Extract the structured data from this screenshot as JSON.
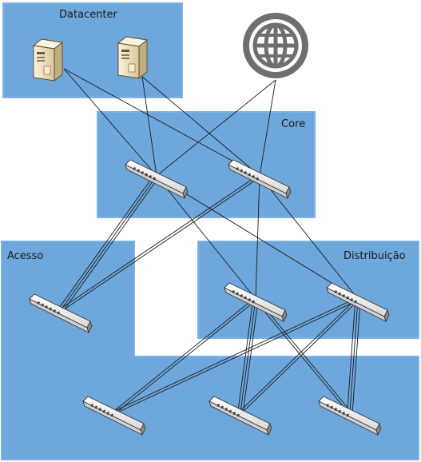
{
  "zones": {
    "datacenter": {
      "label": "Datacenter"
    },
    "core": {
      "label": "Core"
    },
    "acesso": {
      "label": "Acesso"
    },
    "distribuicao": {
      "label": "Distribuição"
    }
  },
  "colors": {
    "zone_fill": "#6da7dc",
    "zone_stroke": "#7eb3e3",
    "switch_body": "#f4f4f4",
    "switch_dark": "#4a4a4a",
    "server_body": "#f2e6c4",
    "globe": "#6f6f6f",
    "link": "#1c1c1c"
  },
  "devices": {
    "servers": [
      {
        "id": "server-1",
        "icon": "server-icon"
      },
      {
        "id": "server-2",
        "icon": "server-icon"
      }
    ],
    "internet": {
      "id": "internet",
      "icon": "globe-icon"
    },
    "switches": [
      {
        "id": "core-switch-1",
        "icon": "switch-icon"
      },
      {
        "id": "core-switch-2",
        "icon": "switch-icon"
      },
      {
        "id": "access-switch-1",
        "icon": "switch-icon"
      },
      {
        "id": "distribution-switch-1",
        "icon": "switch-icon"
      },
      {
        "id": "distribution-switch-2",
        "icon": "switch-icon"
      },
      {
        "id": "edge-switch-1",
        "icon": "switch-icon"
      },
      {
        "id": "edge-switch-2",
        "icon": "switch-icon"
      },
      {
        "id": "edge-switch-3",
        "icon": "switch-icon"
      }
    ]
  },
  "links": [
    {
      "from": "server-1",
      "to": "core-switch-1",
      "count": 1
    },
    {
      "from": "server-1",
      "to": "core-switch-2",
      "count": 1
    },
    {
      "from": "server-2",
      "to": "core-switch-1",
      "count": 1
    },
    {
      "from": "server-2",
      "to": "core-switch-2",
      "count": 1
    },
    {
      "from": "internet",
      "to": "core-switch-1",
      "count": 1
    },
    {
      "from": "internet",
      "to": "core-switch-2",
      "count": 1
    },
    {
      "from": "core-switch-1",
      "to": "access-switch-1",
      "count": 3
    },
    {
      "from": "core-switch-2",
      "to": "access-switch-1",
      "count": 2
    },
    {
      "from": "core-switch-1",
      "to": "distribution-switch-1",
      "count": 1
    },
    {
      "from": "core-switch-1",
      "to": "distribution-switch-2",
      "count": 1
    },
    {
      "from": "core-switch-2",
      "to": "distribution-switch-1",
      "count": 1
    },
    {
      "from": "core-switch-2",
      "to": "distribution-switch-2",
      "count": 1
    },
    {
      "from": "distribution-switch-1",
      "to": "edge-switch-1",
      "count": 2
    },
    {
      "from": "distribution-switch-1",
      "to": "edge-switch-2",
      "count": 3
    },
    {
      "from": "distribution-switch-1",
      "to": "edge-switch-3",
      "count": 2
    },
    {
      "from": "distribution-switch-2",
      "to": "edge-switch-1",
      "count": 2
    },
    {
      "from": "distribution-switch-2",
      "to": "edge-switch-2",
      "count": 2
    },
    {
      "from": "distribution-switch-2",
      "to": "edge-switch-3",
      "count": 3
    }
  ]
}
